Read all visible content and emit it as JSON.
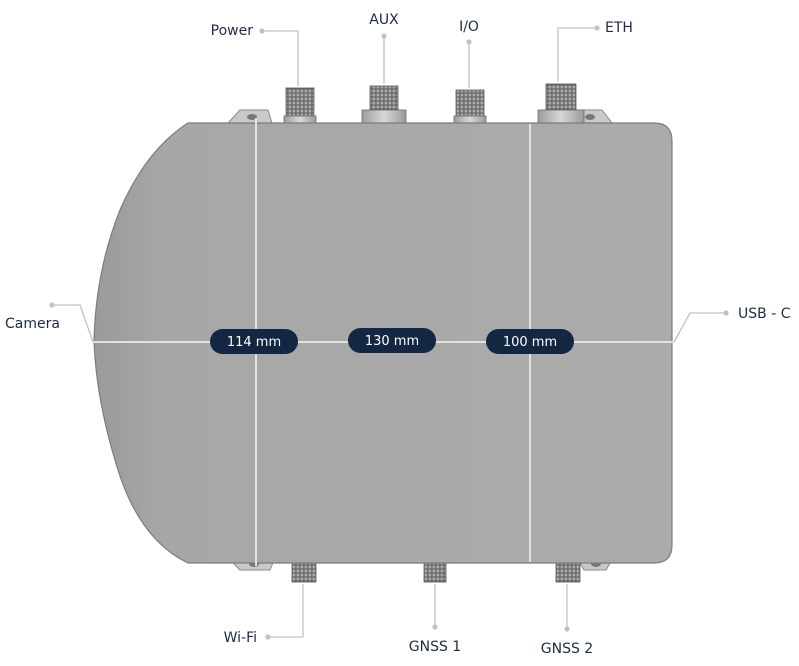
{
  "diagram": {
    "colors": {
      "enclosure": "#a9a9a9",
      "connector": "#8f8f8f",
      "label_text": "#1d2b45",
      "dimension_pill": "#132642",
      "leader_line": "#c2c2c2"
    },
    "ports": {
      "power": "Power",
      "aux": "AUX",
      "io": "I/O",
      "eth": "ETH",
      "camera": "Camera",
      "usb_c": "USB - C",
      "wifi": "Wi-Fi",
      "gnss1": "GNSS 1",
      "gnss2": "GNSS 2"
    },
    "dimensions": {
      "d1": "114 mm",
      "d2": "130 mm",
      "d3": "100 mm"
    }
  }
}
